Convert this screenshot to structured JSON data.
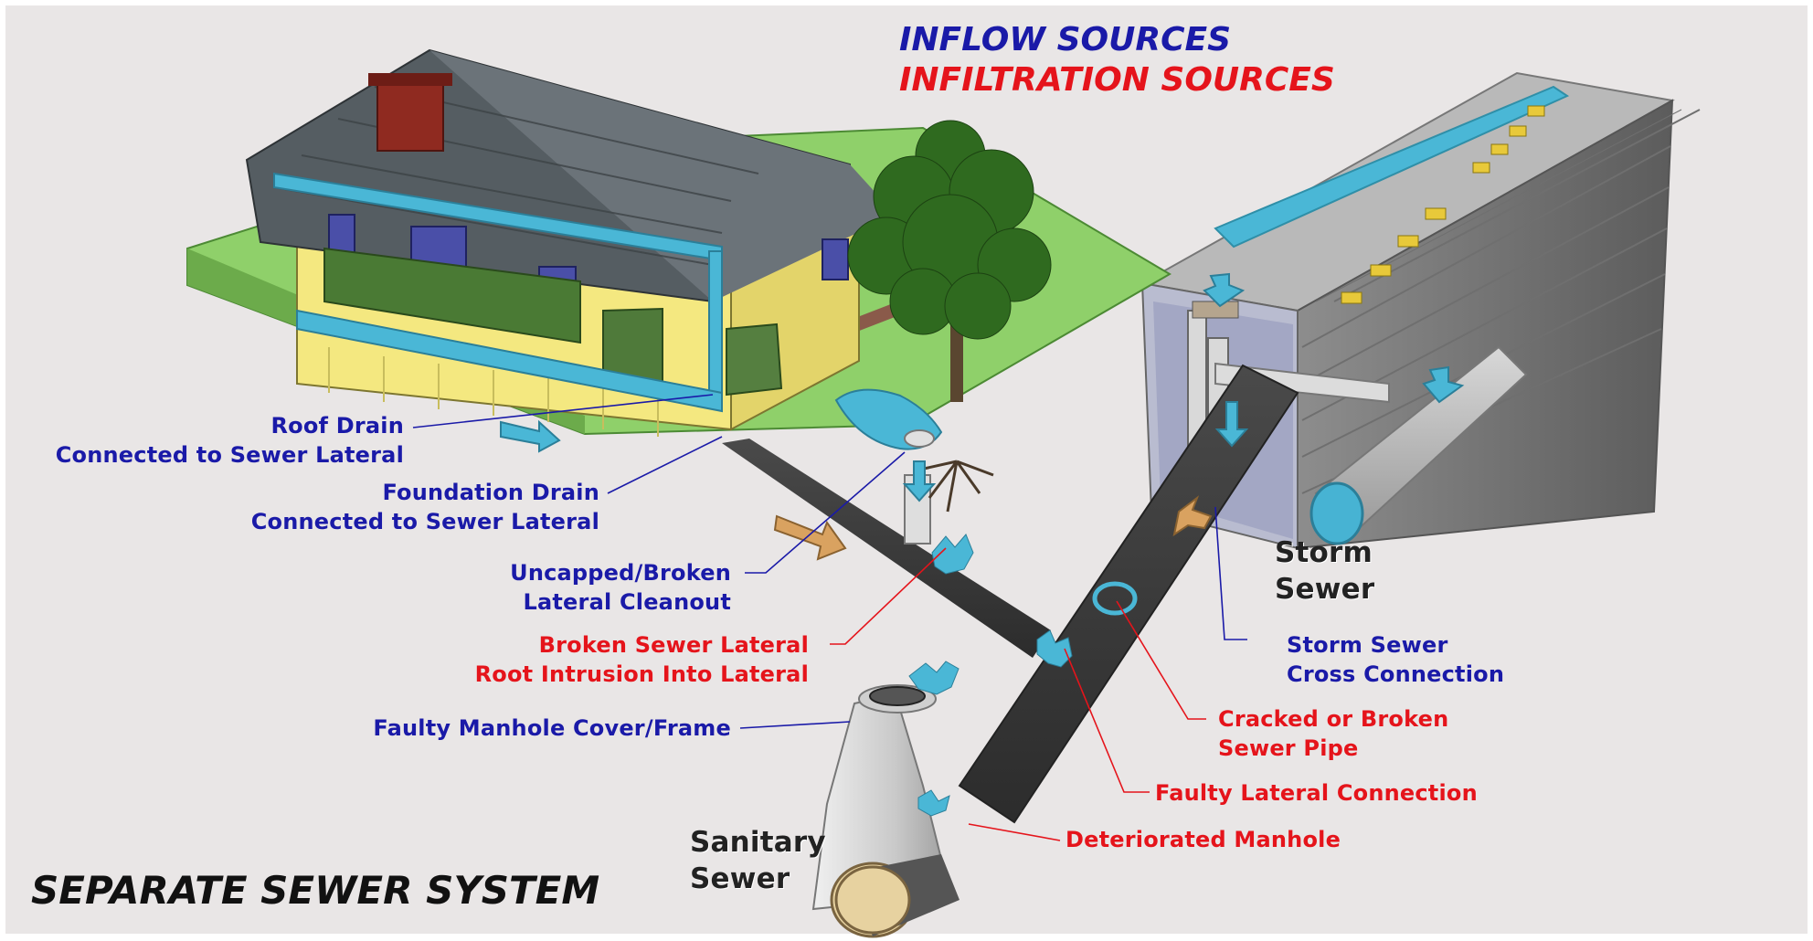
{
  "legend": {
    "inflow": "INFLOW SOURCES",
    "infiltration": "INFILTRATION SOURCES",
    "inflow_color": "#1a1aa8",
    "infiltration_color": "#e5141b"
  },
  "title": "SEPARATE SEWER SYSTEM",
  "labels": {
    "roof_drain": [
      "Roof Drain",
      "Connected to Sewer Lateral"
    ],
    "foundation_drain": [
      "Foundation Drain",
      "Connected to Sewer Lateral"
    ],
    "cleanout": [
      "Uncapped/Broken",
      "Lateral Cleanout"
    ],
    "broken_lateral": [
      "Broken Sewer Lateral",
      "Root Intrusion Into Lateral"
    ],
    "manhole_cover": "Faulty Manhole Cover/Frame",
    "storm_cross": [
      "Storm Sewer",
      "Cross Connection"
    ],
    "cracked_pipe": [
      "Cracked or Broken",
      "Sewer Pipe"
    ],
    "faulty_connection": "Faulty Lateral Connection",
    "deteriorated_manhole": "Deteriorated Manhole"
  },
  "components": {
    "storm_sewer": [
      "Storm",
      "Sewer"
    ],
    "sanitary_sewer": [
      "Sanitary",
      "Sewer"
    ]
  }
}
